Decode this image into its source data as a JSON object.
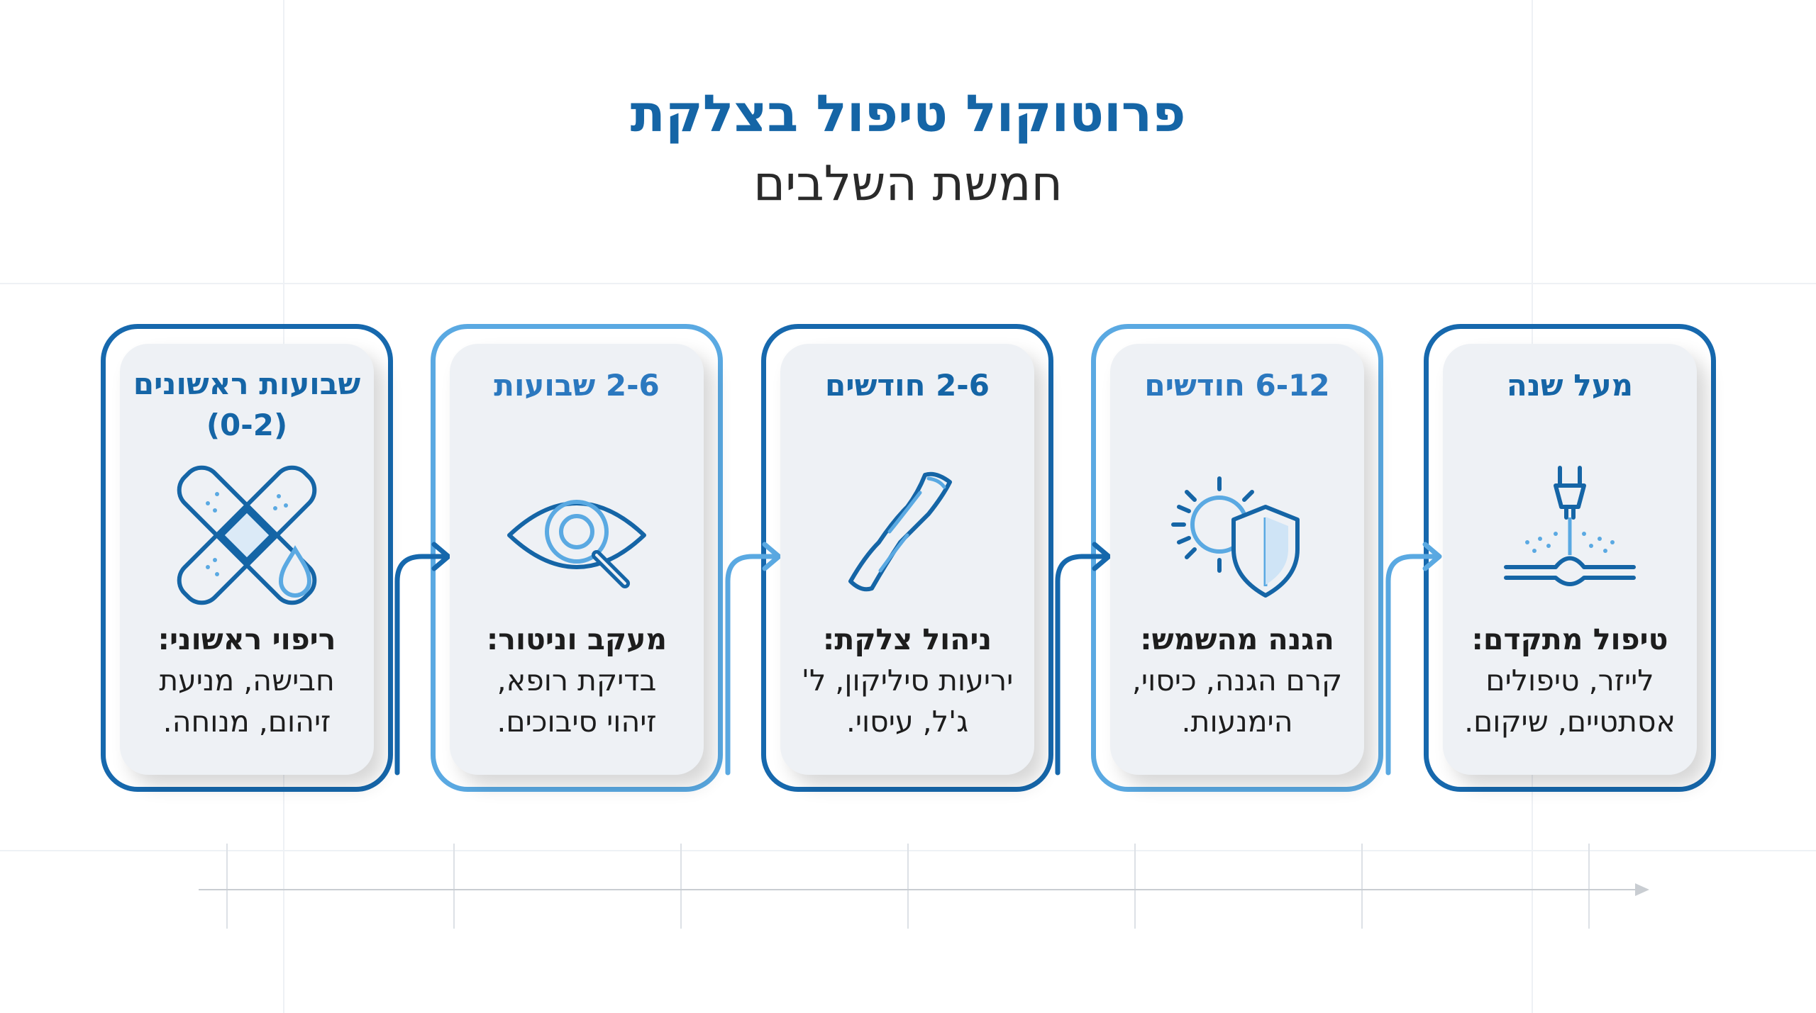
{
  "header": {
    "title": "פרוטוקול טיפול בצלקת",
    "subtitle": "חמשת השלבים"
  },
  "colors": {
    "dark_blue": "#1668ad",
    "light_blue": "#5aa9e2",
    "card_bg": "#eef1f5"
  },
  "stages": [
    {
      "period": "מעל שנה",
      "lead": "טיפול מתקדם:",
      "body_lines": [
        "לייזר, טיפולים",
        "אסתטיים, שיקום."
      ],
      "icon": "laser-icon"
    },
    {
      "period": "6-12 חודשים",
      "lead": "הגנה מהשמש:",
      "body_lines": [
        "קרם הגנה, כיסוי,",
        "הימנעות."
      ],
      "icon": "sun-shield-icon"
    },
    {
      "period": "2-6 חודשים",
      "lead": "ניהול צלקת:",
      "body_lines": [
        "יריעות סיליקון, ל'",
        "ג'ל, עיסוי."
      ],
      "icon": "silicone-sheet-icon"
    },
    {
      "period": "2-6 שבועות",
      "lead": "מעקב וניטור:",
      "body_lines": [
        "בדיקת רופא,",
        "זיהוי סיבוכים."
      ],
      "icon": "eye-magnifier-icon"
    },
    {
      "period_lines": [
        "שבועות ראשונים",
        "(0-2)"
      ],
      "lead": "ריפוי ראשוני:",
      "body_lines": [
        "חבישה, מניעת",
        "זיהום, מנוחה."
      ],
      "icon": "bandage-icon"
    }
  ]
}
